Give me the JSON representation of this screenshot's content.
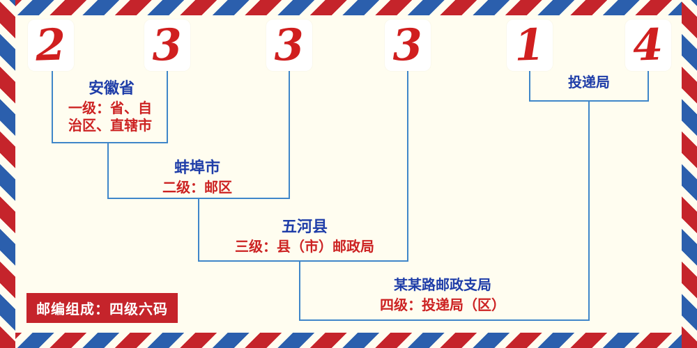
{
  "postal_code": {
    "digits": [
      "2",
      "3",
      "3",
      "3",
      "1",
      "4"
    ]
  },
  "levels": [
    {
      "name": "安徽省",
      "desc_lines": [
        "一级：省、自",
        "治区、直辖市"
      ]
    },
    {
      "name": "蚌埠市",
      "desc": "二级：邮区"
    },
    {
      "name": "五河县",
      "desc": "三级：县（市）邮政局"
    },
    {
      "name": "投递局",
      "branch": "某某路邮政支局",
      "desc": "四级：投递局（区）"
    }
  ],
  "badge": {
    "text": "邮编组成：四级六码"
  },
  "colors": {
    "background": "#fffdf0",
    "digit_red": "#d01f1f",
    "line_blue": "#3f86c9",
    "name_blue": "#1e3da8",
    "desc_red": "#cc2222",
    "badge_bg": "#c5242b",
    "badge_text": "#ffffff",
    "stripe_red": "#c5242b",
    "stripe_blue": "#2b5fad"
  }
}
